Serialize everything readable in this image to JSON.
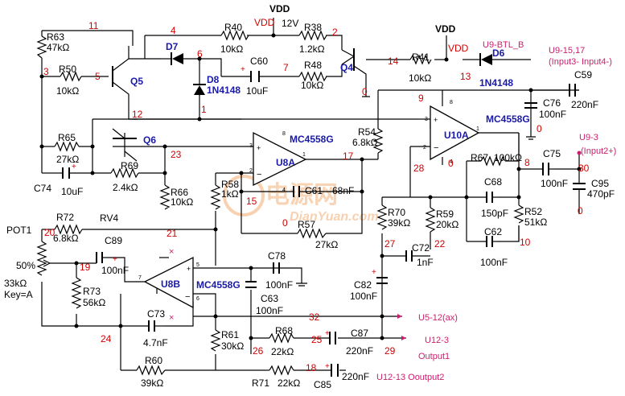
{
  "supply": {
    "rail": "VDD",
    "label2": "VDD",
    "label3": "VDD",
    "voltage": "12V"
  },
  "resistors": {
    "R63": "R63",
    "R63v": "47kΩ",
    "R50": "R50",
    "R50v": "10kΩ",
    "R40": "R40",
    "R40v": "10kΩ",
    "R38": "R38",
    "R38v": "1.2kΩ",
    "R48": "R48",
    "R48v": "10kΩ",
    "R41": "R41",
    "R41v": "10kΩ",
    "R65": "R65",
    "R65v": "27kΩ",
    "R69": "R69",
    "R69v": "2.4kΩ",
    "R66": "R66",
    "R66v": "10kΩ",
    "R58": "R58",
    "R58v": "1kΩ",
    "R54": "R54",
    "R54v": "6.8kΩ",
    "R57": "R57",
    "R57v": "27kΩ",
    "R70": "R70",
    "R70v": "39kΩ",
    "R59": "R59",
    "R59v": "20kΩ",
    "R67": "R67",
    "R67v": "100kΩ",
    "R52": "R52",
    "R52v": "51kΩ",
    "R72": "R72",
    "R72v": "6.8kΩ",
    "R73": "R73",
    "R73v": "56kΩ",
    "R61": "R61",
    "R61v": "30kΩ",
    "R68": "R68",
    "R68v": "22kΩ",
    "R60": "R60",
    "R60v": "39kΩ",
    "R71": "R71",
    "R71v": "22kΩ"
  },
  "capacitors": {
    "C60": "C60",
    "C60v": "10uF",
    "C59": "C59",
    "C59v": "220nF",
    "C76": "C76",
    "C76v": "100nF",
    "C74": "C74",
    "C74v": "10uF",
    "C61": "C61",
    "C61v": "68nF",
    "C75": "C75",
    "C75v": "100nF",
    "C95": "C95",
    "C95v": "470pF",
    "C68": "C68",
    "C68v": "150pF",
    "C62": "C62",
    "C62v": "100nF",
    "C72": "C72",
    "C72v": "1nF",
    "C89": "C89",
    "C89v": "100nF",
    "C78": "C78",
    "C78v": "100nF",
    "C63": "C63",
    "C63v": "100nF",
    "C82": "C82",
    "C82v": "100nF",
    "C73": "C73",
    "C73v": "4.7nF",
    "C87": "C87",
    "C87v": "220nF",
    "C85": "C85",
    "C85v": "220nF"
  },
  "semis": {
    "Q5": "Q5",
    "Q4": "Q4",
    "Q6": "Q6",
    "D7": "D7",
    "D8": "D8",
    "D8v": "1N4148",
    "D6": "D6",
    "D6v": "1N4148"
  },
  "opamps": {
    "U8A": "U8A",
    "U8Ap": "MC4558G",
    "U10A": "U10A",
    "U10Ap": "MC4558G",
    "U8B": "U8B",
    "U8Bp": "MC4558G"
  },
  "pot": {
    "name": "POT1",
    "net": "RV4",
    "pct": "50%",
    "value": "33kΩ",
    "key": "Key=A"
  },
  "connectors": {
    "btl": "U9-BTL_B",
    "in34a": "U9-15,17",
    "in34b": "(Input3- Input4-)",
    "in2a": "U9-3",
    "in2b": "(Input2+)",
    "u5": "U5-12(ax)",
    "o1a": "U12-3",
    "o1b": "Output1",
    "o2": "U12-13 Ooutput2"
  },
  "nodes": [
    "11",
    "4",
    "2",
    "3",
    "5",
    "6",
    "7",
    "14",
    "13",
    "9",
    "1",
    "12",
    "23",
    "17",
    "20",
    "21",
    "15",
    "0",
    "28",
    "8",
    "30",
    "19",
    "27",
    "22",
    "10",
    "32",
    "24",
    "25",
    "29",
    "26",
    "18"
  ],
  "pins": {
    "p8": "8",
    "p3": "3",
    "p2": "2",
    "p1": "1",
    "p4": "4",
    "p5": "5",
    "p6": "6",
    "p7": "7"
  },
  "watermark": {
    "cn": "电源网",
    "en": "DianYuan.com"
  }
}
